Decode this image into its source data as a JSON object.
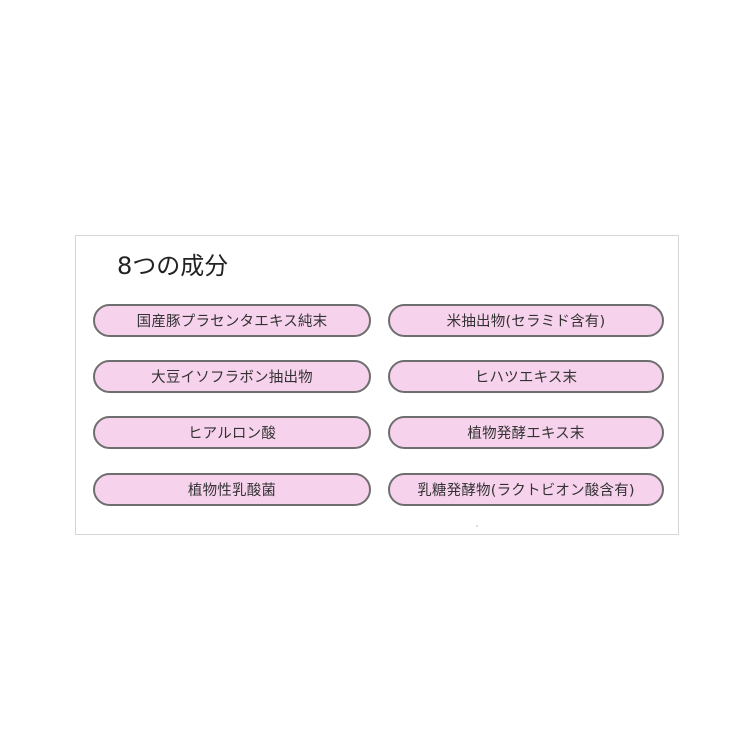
{
  "panel": {
    "title": "8つの成分",
    "pill_fill_color": "#f7d2ec",
    "pill_border_color": "#6e6e6e",
    "ingredients": [
      {
        "label": "国産豚プラセンタエキス純末",
        "column": "left",
        "row": 1
      },
      {
        "label": "米抽出物(セラミド含有)",
        "column": "right",
        "row": 1
      },
      {
        "label": "大豆イソフラボン抽出物",
        "column": "left",
        "row": 2
      },
      {
        "label": "ヒハツエキス末",
        "column": "right",
        "row": 2
      },
      {
        "label": "ヒアルロン酸",
        "column": "left",
        "row": 3
      },
      {
        "label": "植物発酵エキス末",
        "column": "right",
        "row": 3
      },
      {
        "label": "植物性乳酸菌",
        "column": "left",
        "row": 4
      },
      {
        "label": "乳糖発酵物(ラクトビオン酸含有)",
        "column": "right",
        "row": 4
      }
    ]
  }
}
